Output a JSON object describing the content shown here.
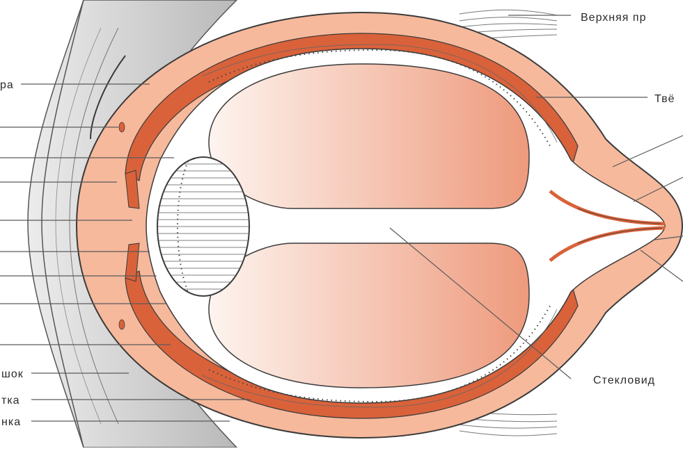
{
  "figure": {
    "colors": {
      "sclera": "#f6b99c",
      "choroid": "#d9623a",
      "vitreous_light": "#fdf1ea",
      "vitreous_dark": "#ef9e80",
      "orbit_gray": "#c9c9c9",
      "line": "#3a3a3a"
    },
    "labels": {
      "left": {
        "l1": "ра",
        "l2": "",
        "l3": "",
        "l4": "",
        "l5": "",
        "l6": "",
        "l7": "",
        "l8": "",
        "l9": "",
        "l10": "шок",
        "l11": "тка",
        "l12": "нка"
      },
      "right": {
        "r1": "Верхняя пр",
        "r2": "Твё",
        "r3": "Стекловид"
      }
    }
  }
}
